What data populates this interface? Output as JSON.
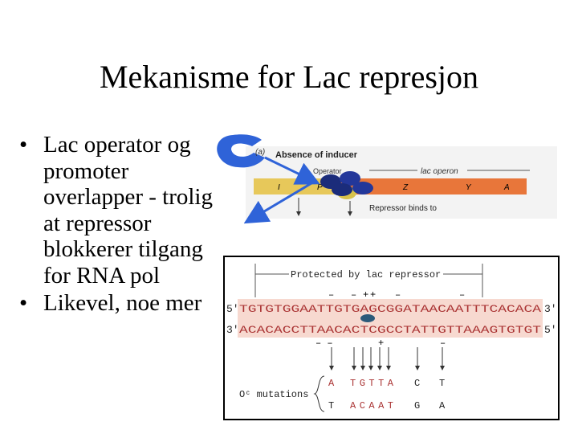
{
  "slide": {
    "title": "Mekanisme for Lac represjon",
    "bullets": [
      "Lac operator og promoter overlapper - trolig at repressor blokkerer tilgang for RNA pol",
      "Likevel, noe mer"
    ]
  },
  "operon_figure": {
    "panel_label": "(a)",
    "heading": "Absence of inducer",
    "operator_label": "Operator",
    "operon_label": "lac operon",
    "genes": [
      "I",
      "P",
      "Z",
      "Y",
      "A"
    ],
    "repressor_caption": "Repressor binds to",
    "colors": {
      "I": "#e7c85a",
      "P": "#e7c85a",
      "Z": "#e8763a",
      "Y": "#e8763a",
      "A": "#e8763a",
      "repressor": "#2a3f9a",
      "rnapol": "#3a5fc8"
    }
  },
  "sequence_figure": {
    "protected_label": "Protected by lac repressor",
    "top_signs": [
      "–",
      "–",
      "+",
      "+",
      "–",
      "–"
    ],
    "top_strand": {
      "p5": "5'",
      "seq": "TGTGTGGAATTGTGAGCGGATAACAATTTCACACA",
      "p3": "3'"
    },
    "bottom_strand": {
      "p3": "3'",
      "seq": "ACACACCTTAACACTCGCCTATTGTTAAAGTGTGT",
      "p5": "5'"
    },
    "bottom_signs": [
      "– –",
      "+",
      "–"
    ],
    "mutations_label": "Oᶜ mutations",
    "mutation_rows": [
      [
        "A",
        "TGTTA",
        "C",
        "T"
      ],
      [
        "T",
        "ACAAT",
        "G",
        "A"
      ]
    ]
  }
}
